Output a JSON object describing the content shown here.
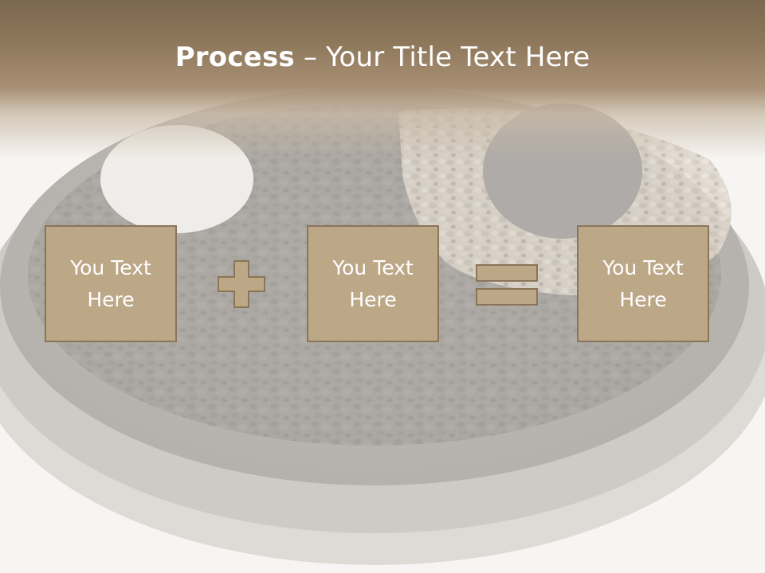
{
  "slide": {
    "title_bold": "Process",
    "title_rest": " – Your Title Text Here"
  },
  "boxes": [
    {
      "text": "You Text Here"
    },
    {
      "text": "You Text Here"
    },
    {
      "text": "You Text Here"
    }
  ],
  "operators": [
    "plus-icon",
    "equals-icon"
  ],
  "colors": {
    "band": "#8c7659",
    "box_fill": "#bca787",
    "box_border": "#8b755a",
    "text": "#ffffff"
  }
}
